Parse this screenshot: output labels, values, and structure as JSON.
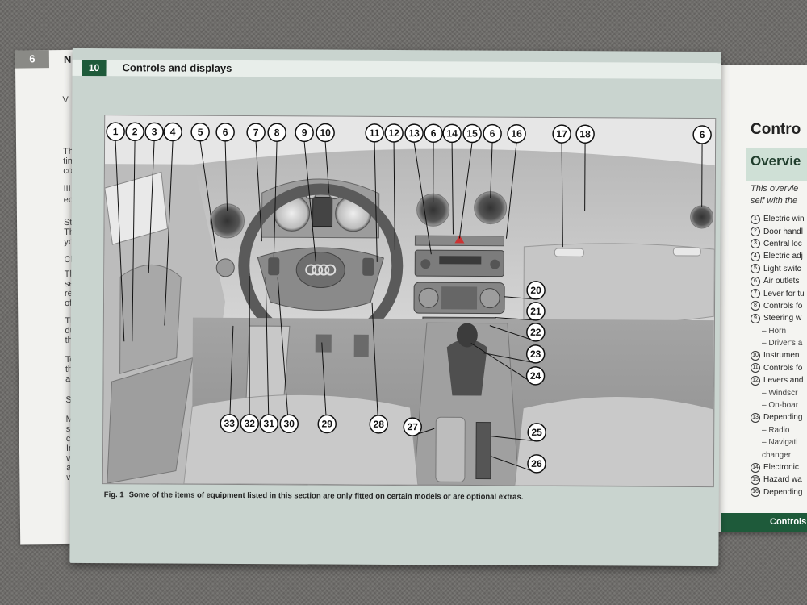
{
  "back_page": {
    "tab_number": "6",
    "header_fragment": "N",
    "fragments": [
      "V",
      "Th",
      "tin",
      "co",
      "III",
      "ec",
      "St",
      "Th",
      "yo",
      "Cl",
      "Th",
      "se",
      "ref",
      "of",
      "Th",
      "du",
      "the",
      "To",
      "the",
      "alp",
      "Se",
      "Mo",
      "sin",
      "ch",
      "In s",
      "whi",
      "ant",
      "whi"
    ]
  },
  "header": {
    "page_number": "10",
    "title": "Controls and displays"
  },
  "figure": {
    "callouts": [
      "1",
      "2",
      "3",
      "4",
      "5",
      "6",
      "7",
      "8",
      "9",
      "10",
      "11",
      "12",
      "13",
      "6",
      "14",
      "15",
      "6",
      "16",
      "17",
      "18",
      "20",
      "21",
      "22",
      "23",
      "24",
      "25",
      "26",
      "27",
      "28",
      "29",
      "30",
      "31",
      "32",
      "33",
      "6"
    ]
  },
  "caption": {
    "label": "Fig. 1",
    "text": "Some of the items of equipment listed in this section are only fitted on certain models or are optional extras."
  },
  "right_page": {
    "title": "Contro",
    "subtitle": "Overvie",
    "intro_line1": "This overvie",
    "intro_line2": "self with the",
    "list": [
      {
        "n": "1",
        "text": "Electric win"
      },
      {
        "n": "2",
        "text": "Door handl"
      },
      {
        "n": "3",
        "text": "Central loc"
      },
      {
        "n": "4",
        "text": "Electric adj"
      },
      {
        "n": "5",
        "text": "Light switc"
      },
      {
        "n": "6",
        "text": "Air outlets"
      },
      {
        "n": "7",
        "text": "Lever for tu"
      },
      {
        "n": "8",
        "text": "Controls fo"
      },
      {
        "n": "9",
        "text": "Steering w"
      },
      {
        "n": "",
        "text": "– Horn"
      },
      {
        "n": "",
        "text": "– Driver's a"
      },
      {
        "n": "10",
        "text": "Instrumen"
      },
      {
        "n": "11",
        "text": "Controls fo"
      },
      {
        "n": "12",
        "text": "Levers and"
      },
      {
        "n": "",
        "text": "– Windscr"
      },
      {
        "n": "",
        "text": "– On-boar"
      },
      {
        "n": "13",
        "text": "Depending"
      },
      {
        "n": "",
        "text": "– Radio"
      },
      {
        "n": "",
        "text": "– Navigati"
      },
      {
        "n": "",
        "text": "changer"
      },
      {
        "n": "14",
        "text": "Electronic"
      },
      {
        "n": "15",
        "text": "Hazard wa"
      },
      {
        "n": "16",
        "text": "Depending"
      }
    ],
    "footer": "Controls"
  }
}
